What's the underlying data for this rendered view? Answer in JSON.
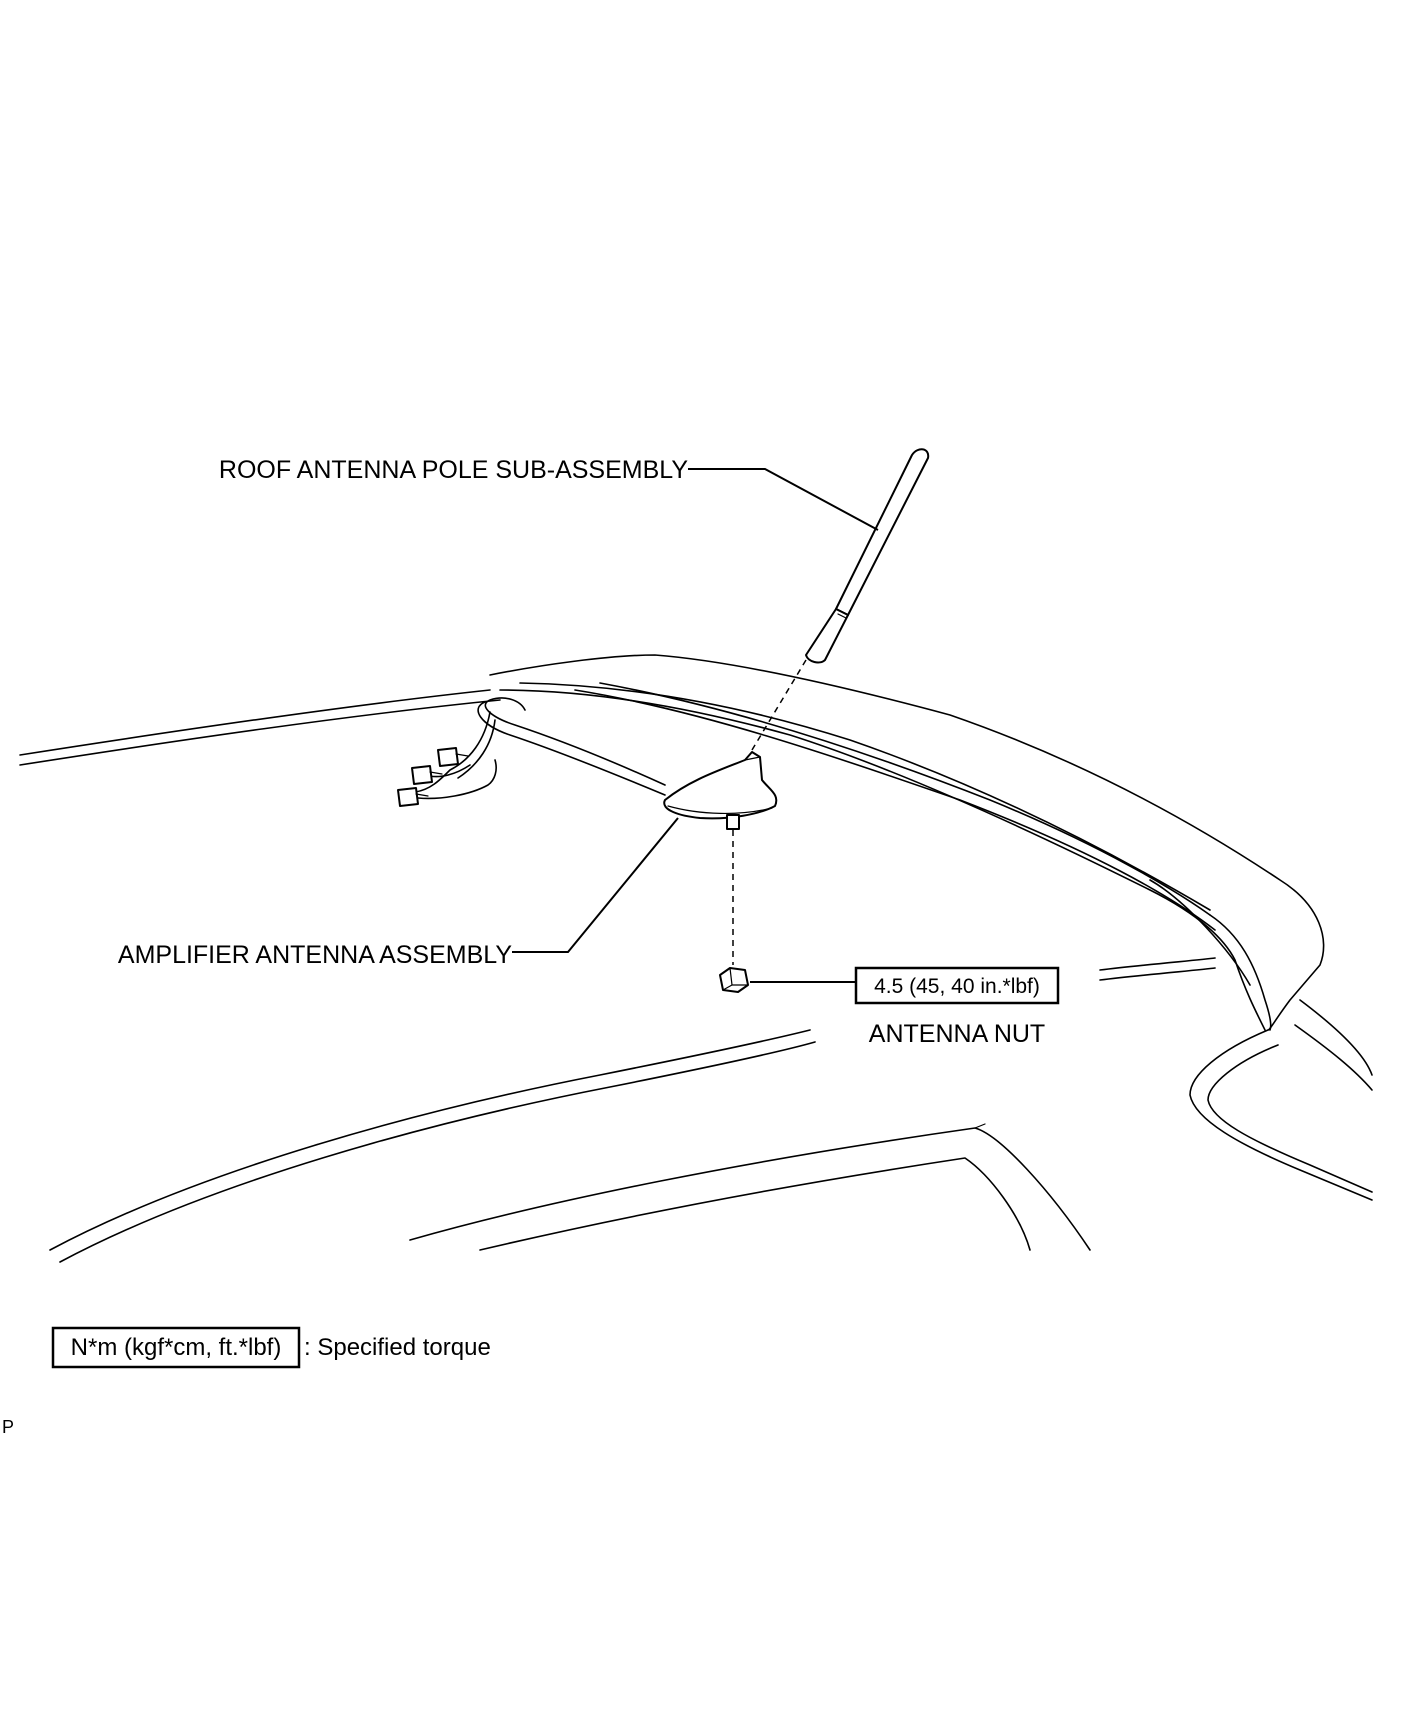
{
  "labels": {
    "roof_antenna_pole": "ROOF ANTENNA POLE SUB-ASSEMBLY",
    "amplifier_antenna": "AMPLIFIER ANTENNA ASSEMBLY",
    "antenna_nut": "ANTENNA NUT"
  },
  "torque": {
    "antenna_nut_value": "4.5 (45, 40 in.*lbf)"
  },
  "legend": {
    "unit_box": "N*m (kgf*cm, ft.*lbf)",
    "description": ": Specified torque"
  },
  "figure_code": "P",
  "icons": {
    "antenna_pole": "antenna-pole-icon",
    "amplifier": "shark-fin-amplifier-icon",
    "nut": "hex-nut-icon",
    "connectors": "wire-harness-connector-icon"
  }
}
